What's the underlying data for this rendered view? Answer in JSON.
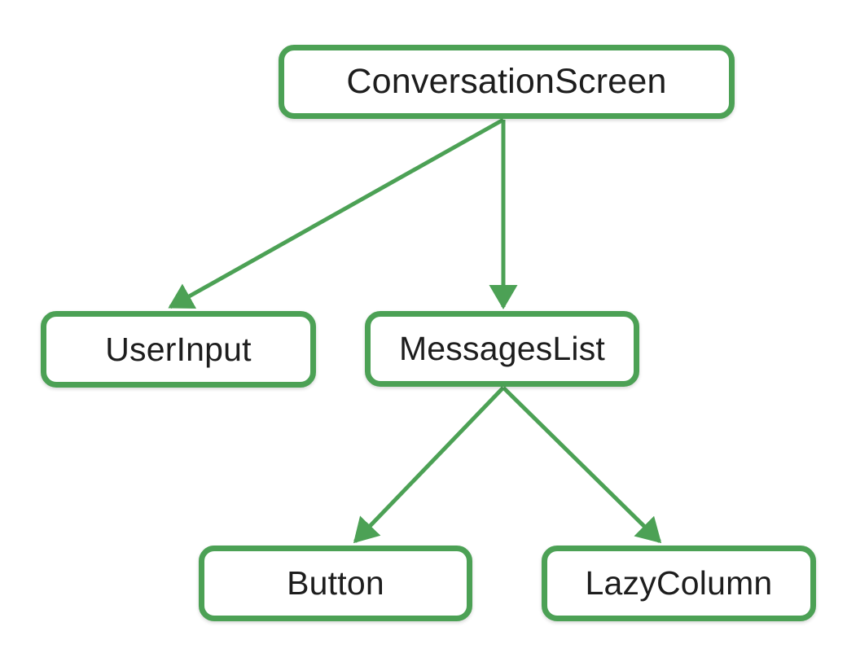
{
  "diagram": {
    "type": "tree",
    "title": "",
    "background_color": "#ffffff",
    "node_border_color": "#4CA155",
    "node_fill_color": "#ffffff",
    "node_text_color": "#1d1d1d",
    "edge_color": "#4CA155",
    "nodes": [
      {
        "id": "conversationscreen",
        "label": "ConversationScreen"
      },
      {
        "id": "userinput",
        "label": "UserInput"
      },
      {
        "id": "messageslist",
        "label": "MessagesList"
      },
      {
        "id": "button",
        "label": "Button"
      },
      {
        "id": "lazycolumn",
        "label": "LazyColumn"
      }
    ],
    "edges": [
      {
        "from": "ConversationScreen",
        "to": "UserInput"
      },
      {
        "from": "ConversationScreen",
        "to": "MessagesList"
      },
      {
        "from": "MessagesList",
        "to": "Button"
      },
      {
        "from": "MessagesList",
        "to": "LazyColumn"
      }
    ]
  }
}
